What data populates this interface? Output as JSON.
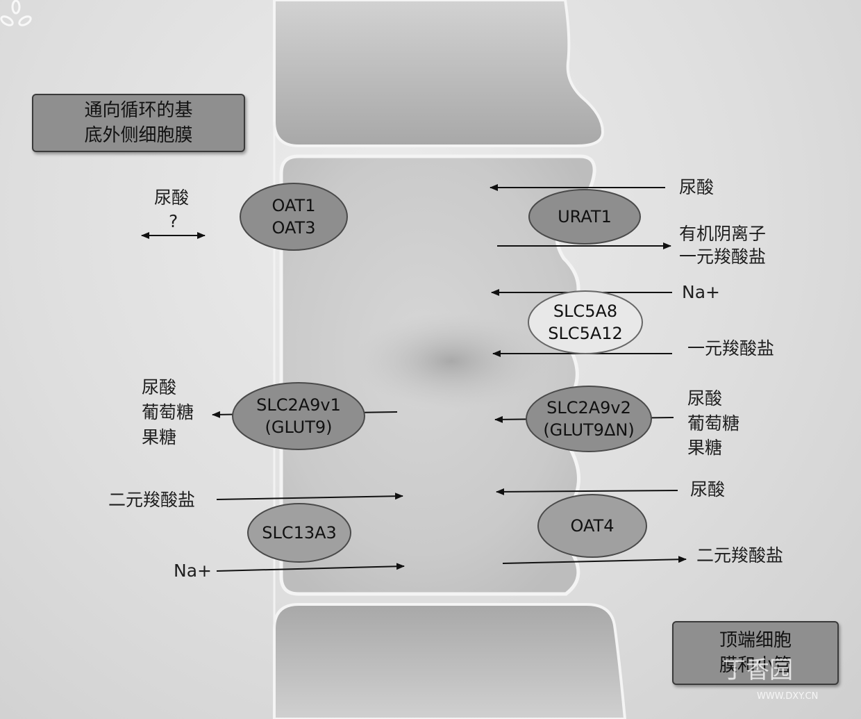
{
  "boxes": {
    "basolateral": [
      "通向循环的基",
      "底外侧细胞膜"
    ],
    "apical": [
      "顶端细胞",
      "膜和小管"
    ]
  },
  "transporters": {
    "oat1_oat3": [
      "OAT1",
      "OAT3"
    ],
    "urat1": [
      "URAT1"
    ],
    "slc5a8": [
      "SLC5A8",
      "SLC5A12"
    ],
    "slc2a9v1": [
      "SLC2A9v1",
      "(GLUT9)"
    ],
    "slc2a9v2": [
      "SLC2A9v2",
      "(GLUT9ΔN)"
    ],
    "slc13a3": [
      "SLC13A3"
    ],
    "oat4": [
      "OAT4"
    ]
  },
  "labels": {
    "left_urate": "尿酸",
    "left_question": "?",
    "urat1_urate": "尿酸",
    "urat1_anion_1": "有机阴离子",
    "urat1_anion_2": "一元羧酸盐",
    "slc5a8_na": "Na+",
    "slc5a8_mono": "一元羧酸盐",
    "glut9_left_1": "尿酸",
    "glut9_left_2": "葡萄糖",
    "glut9_left_3": "果糖",
    "glut9_right_1": "尿酸",
    "glut9_right_2": "葡萄糖",
    "glut9_right_3": "果糖",
    "slc13_dicarb": "二元羧酸盐",
    "slc13_na": "Na+",
    "oat4_urate": "尿酸",
    "oat4_dicarb": "二元羧酸盐"
  },
  "watermark": {
    "brand": "丁香园",
    "url": "WWW.DXY.CN"
  },
  "colors": {
    "transporter_dark": "#8e8e8e",
    "transporter_light": "#e8e8e8",
    "box_fill": "#8f8f8f",
    "membrane": "#f2f2f2"
  }
}
